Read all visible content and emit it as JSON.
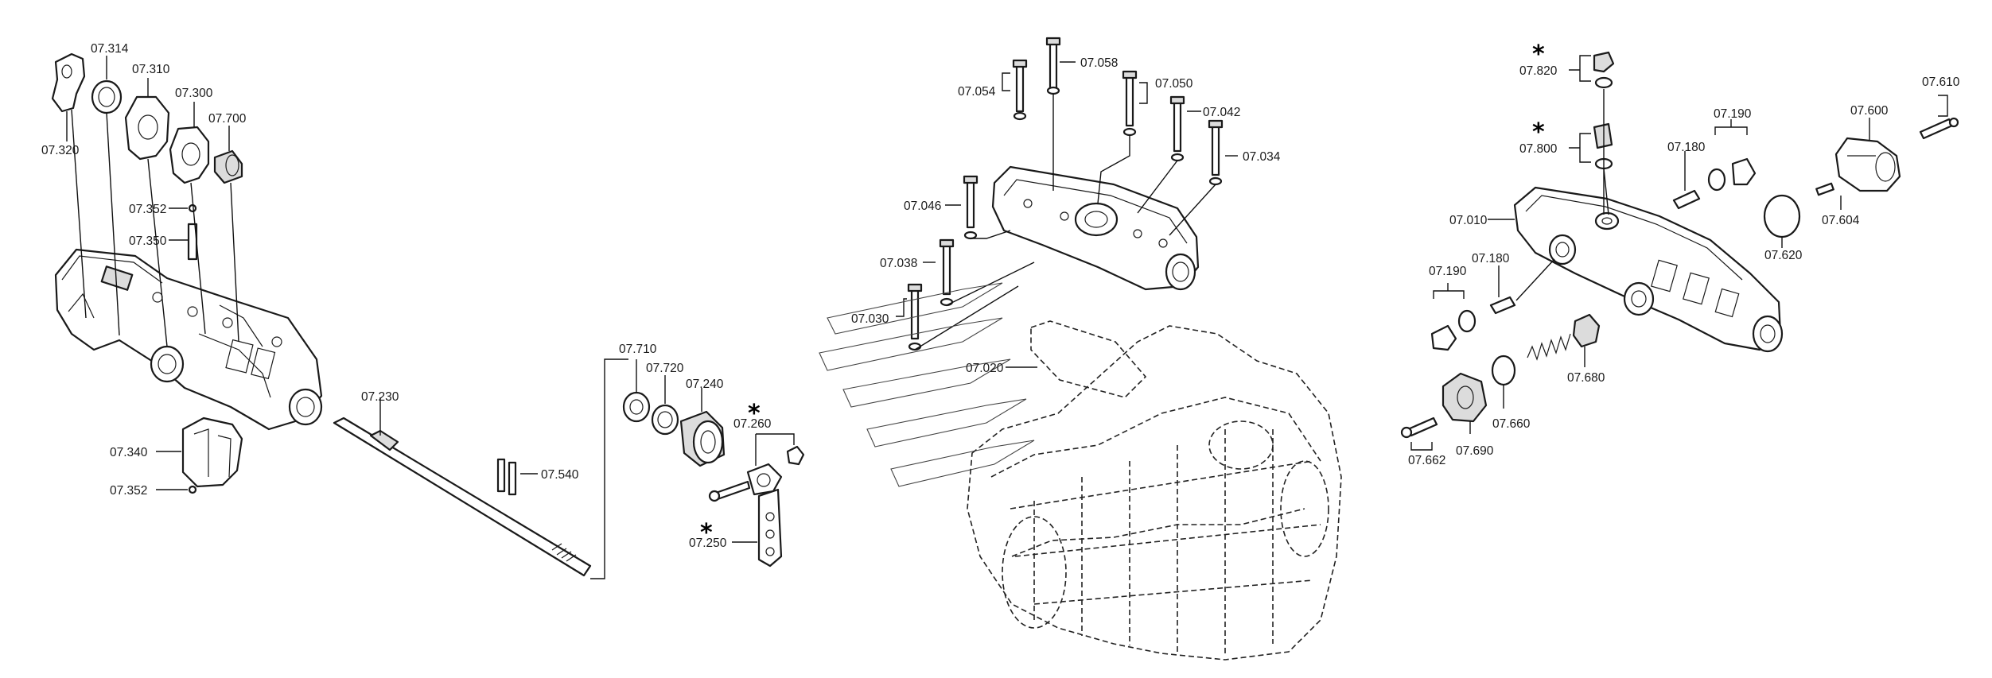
{
  "labels": {
    "p07_314": "07.314",
    "p07_310": "07.310",
    "p07_300": "07.300",
    "p07_700": "07.700",
    "p07_320": "07.320",
    "p07_352a": "07.352",
    "p07_350": "07.350",
    "p07_340": "07.340",
    "p07_352b": "07.352",
    "p07_230": "07.230",
    "p07_540": "07.540",
    "p07_710": "07.710",
    "p07_720": "07.720",
    "p07_240": "07.240",
    "p07_260": "07.260",
    "p07_250": "07.250",
    "p07_058": "07.058",
    "p07_054": "07.054",
    "p07_050": "07.050",
    "p07_042": "07.042",
    "p07_034": "07.034",
    "p07_046": "07.046",
    "p07_038": "07.038",
    "p07_030": "07.030",
    "p07_020": "07.020",
    "p07_820": "07.820",
    "p07_800": "07.800",
    "p07_180a": "07.180",
    "p07_190a": "07.190",
    "p07_600": "07.600",
    "p07_610": "07.610",
    "p07_010": "07.010",
    "p07_604": "07.604",
    "p07_620": "07.620",
    "p07_190b": "07.190",
    "p07_180b": "07.180",
    "p07_680": "07.680",
    "p07_660": "07.660",
    "p07_690": "07.690",
    "p07_662": "07.662"
  },
  "markers": {
    "star": "*"
  }
}
